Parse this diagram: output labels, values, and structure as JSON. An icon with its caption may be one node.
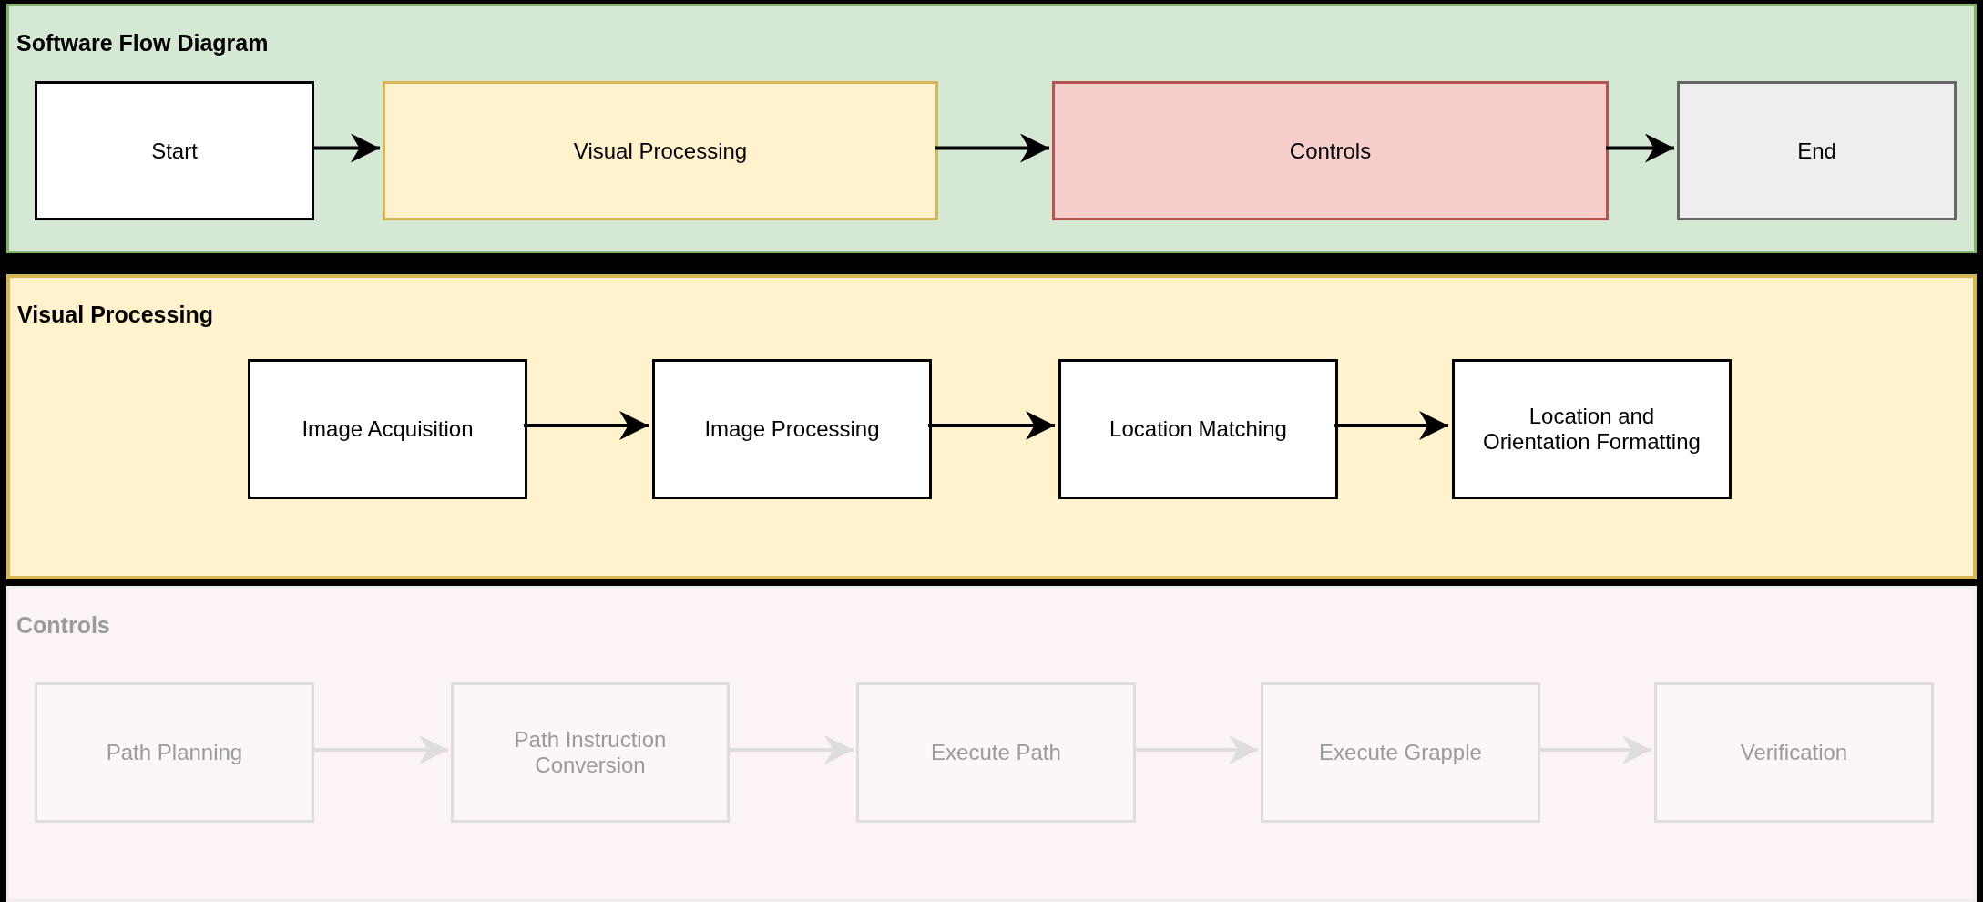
{
  "diagram": {
    "nodes": [
      {
        "text": [
          "Software Flow Diagram"
        ]
      },
      {
        "text": [
          "Start"
        ],
        "in": 0
      },
      {
        "text": [
          "Visual Processing"
        ],
        "in": 0
      },
      {
        "text": [
          "Controls"
        ],
        "in": 0
      },
      {
        "text": [
          "End"
        ],
        "in": 0
      },
      {
        "text": [
          "Visual Processing"
        ]
      },
      {
        "text": [
          "Image Acquisition"
        ],
        "in": 5
      },
      {
        "text": [
          "Image Processing"
        ],
        "in": 5
      },
      {
        "text": [
          "Location Matching"
        ],
        "in": 5
      },
      {
        "text": [
          "Location and Orientation Formatting"
        ],
        "in": 5
      },
      {
        "text": [
          "Controls"
        ]
      },
      {
        "text": [
          "Path Planning"
        ],
        "in": 10
      },
      {
        "text": [
          "Path Instruction Conversion"
        ],
        "in": 10
      },
      {
        "text": [
          "Execute Path"
        ],
        "in": 10
      },
      {
        "text": [
          "Execute Grapple"
        ],
        "in": 10
      },
      {
        "text": [
          "Verification"
        ],
        "in": 10
      }
    ],
    "edges": [
      {
        "from": 1,
        "to": 2,
        "arrow": "to"
      },
      {
        "from": 2,
        "to": 3,
        "arrow": "to"
      },
      {
        "from": 3,
        "to": 4,
        "arrow": "to"
      },
      {
        "from": 6,
        "to": 7,
        "arrow": "to"
      },
      {
        "from": 7,
        "to": 8,
        "arrow": "to"
      },
      {
        "from": 8,
        "to": 9,
        "arrow": "to"
      },
      {
        "from": 11,
        "to": 12,
        "arrow": "to",
        "color": "#dddddd"
      },
      {
        "from": 12,
        "to": 13,
        "arrow": "to",
        "color": "#dddddd"
      },
      {
        "from": 13,
        "to": 14,
        "arrow": "to",
        "color": "#dddddd"
      },
      {
        "from": 14,
        "to": 15,
        "arrow": "to",
        "color": "#dddddd"
      }
    ]
  }
}
